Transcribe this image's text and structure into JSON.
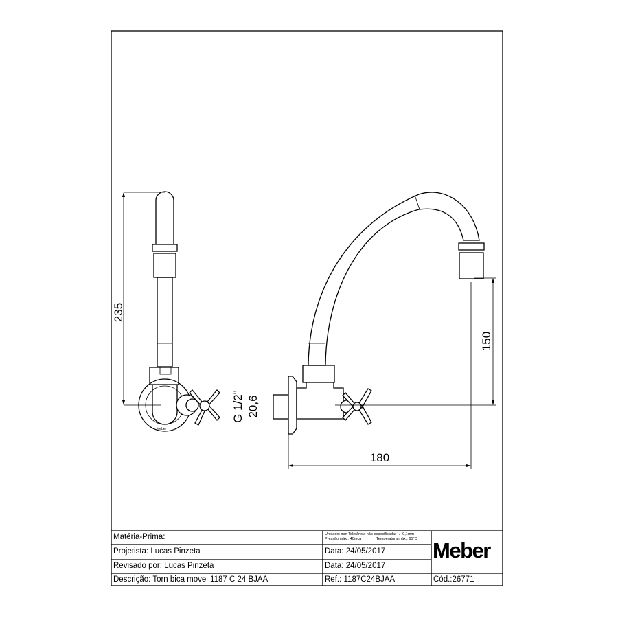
{
  "drawing": {
    "dimensions": {
      "height_total": "235",
      "spout_height": "150",
      "reach": "180",
      "thread": "G 1/2\"",
      "inlet": "20,6"
    },
    "side_view_brand": "Meber"
  },
  "title_block": {
    "materia_prima_label": "Matéria-Prima:",
    "notes_line1": "Unidade: mm Tolerância não especificada: +/- 0,1mm",
    "notes_line2": "Pressão máx.: 40mca",
    "notes_line3": "Temperatura máx.: 65°C",
    "projetista_label": "Projetista:",
    "projetista_value": "Lucas Pinzeta",
    "data1_label": "Data:",
    "data1_value": "24/05/2017",
    "revisado_label": "Revisado por:",
    "revisado_value": "Lucas Pinzeta",
    "data2_label": "Data:",
    "data2_value": "24/05/2017",
    "descricao_label": "Descrição:",
    "descricao_value": "Torn bica movel  1187 C 24 BJAA",
    "ref_label": "Ref.:",
    "ref_value": "1187C24BJAA",
    "cod_label": "Cód.:",
    "cod_value": "26771",
    "logo": "Meber"
  }
}
